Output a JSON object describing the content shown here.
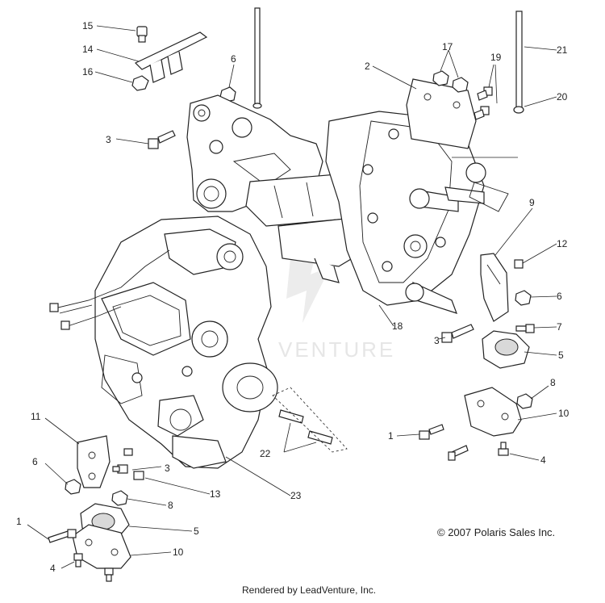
{
  "diagram": {
    "callouts": [
      "15",
      "14",
      "16",
      "6",
      "3",
      "2",
      "17",
      "19",
      "21",
      "20",
      "9",
      "12",
      "6",
      "7",
      "5",
      "8",
      "10",
      "4",
      "1",
      "3",
      "18",
      "11",
      "6",
      "3",
      "13",
      "8",
      "23",
      "22",
      "1",
      "5",
      "10",
      "4"
    ],
    "watermark": "VENTURE",
    "copyright": "© 2007 Polaris Sales Inc.",
    "footer": "Rendered by LeadVenture, Inc."
  }
}
